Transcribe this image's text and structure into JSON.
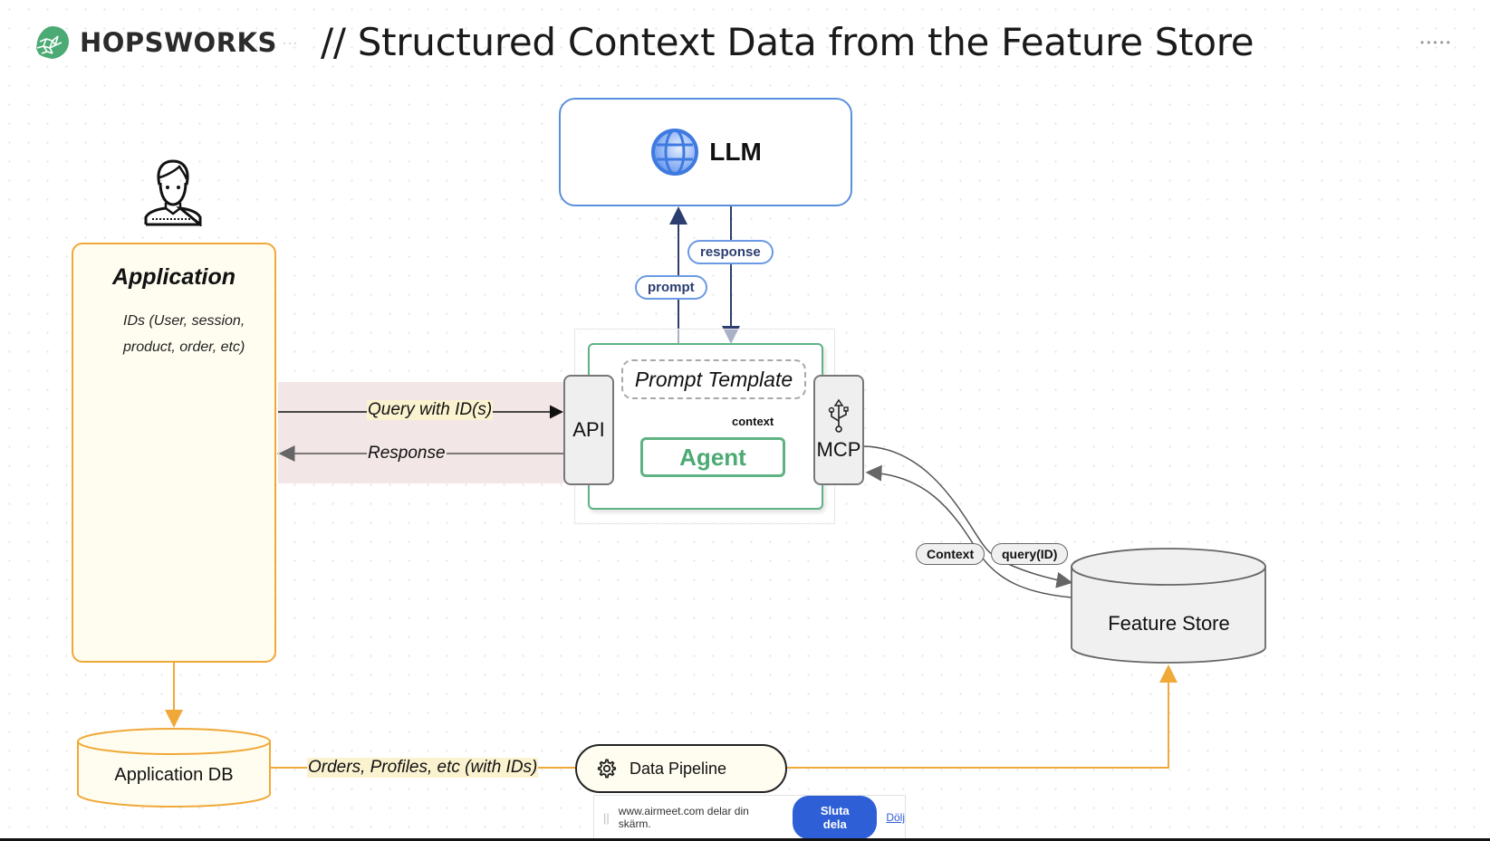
{
  "header": {
    "brand": "HOPSWORKS",
    "brand_color": "#4caa74",
    "title": "// Structured Context Data from the Feature Store",
    "menu_icon": "more-dots-icon"
  },
  "diagram": {
    "llm": {
      "label": "LLM",
      "icon": "globe-icon"
    },
    "llm_edges": {
      "prompt": "prompt",
      "response": "response"
    },
    "agent": {
      "prompt_template": "Prompt Template",
      "agent_label": "Agent",
      "context_label": "context",
      "api_label": "API",
      "mcp_label": "MCP",
      "mcp_icon": "usb-icon"
    },
    "application": {
      "icon": "user-icon",
      "title": "Application",
      "description_line1": "IDs (User, session,",
      "description_line2": "product, order, etc)"
    },
    "app_edges": {
      "query": "Query with ID(s)",
      "response": "Response"
    },
    "feature_store": {
      "label": "Feature Store",
      "edge_context": "Context",
      "edge_query": "query(ID)"
    },
    "application_db": {
      "label": "Application DB"
    },
    "pipeline_edge": "Orders, Profiles, etc (with IDs)",
    "data_pipeline": {
      "label": "Data Pipeline",
      "icon": "gear-icon"
    },
    "colors": {
      "llm_blue": "#5b8fdc",
      "agent_green": "#5fb383",
      "app_orange": "#f0a838",
      "arrow_navy": "#2c3e70"
    }
  },
  "share_bar": {
    "message": "www.airmeet.com delar din skärm.",
    "stop_label": "Sluta dela",
    "hide_label": "Dölj"
  }
}
